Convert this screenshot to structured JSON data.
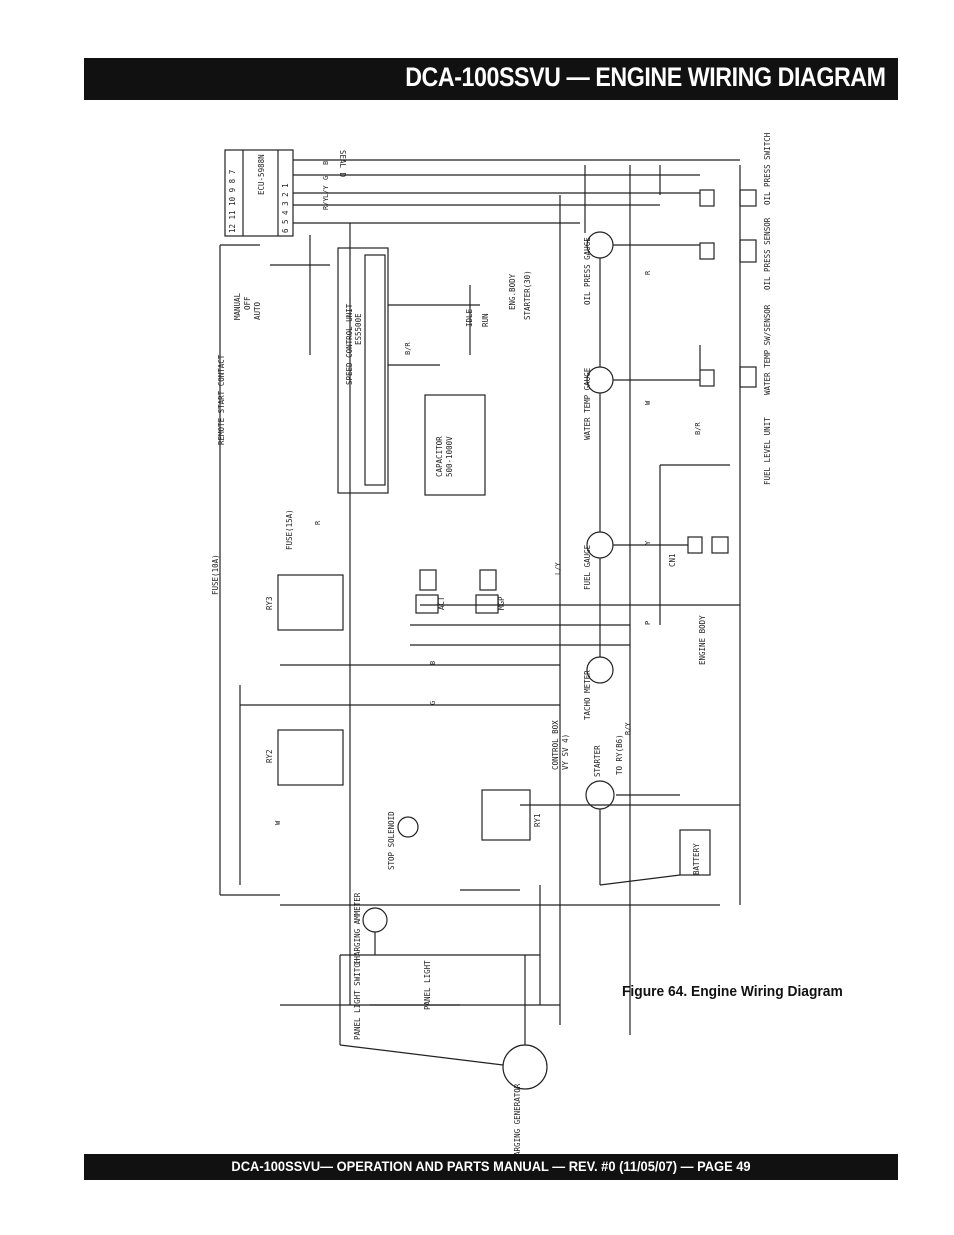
{
  "header": {
    "title": "DCA-100SSVU — ENGINE WIRING DIAGRAM"
  },
  "figure": {
    "caption": "Figure 64. Engine Wiring Diagram"
  },
  "diagram": {
    "ecu_label": "ECU-5988N",
    "ecu_pins_left": "12 11 10 9 8 7",
    "ecu_pins_right": "6 5 4 3 2 1",
    "speed_control_unit": "SPEED CONTROL UNIT",
    "speed_control_model": "ES5500E",
    "capacitor": "CAPACITOR",
    "capacitor_value": "500-1000V",
    "oil_press_gauge": "OIL PRESS GAUGE",
    "water_temp_gauge": "WATER TEMP GAUGE",
    "fuel_gauge": "FUEL GAUGE",
    "tacho_meter": "TACHO METER",
    "oil_press_switch": "OIL PRESS SWITCH",
    "oil_press_sensor": "OIL PRESS SENSOR",
    "water_temp_sensor": "WATER TEMP SW/SENSOR",
    "fuel_level_unit": "FUEL LEVEL UNIT",
    "engine_body": "ENGINE BODY",
    "eng_body": "ENG.BODY",
    "starter_30": "STARTER(30)",
    "idle": "IDLE",
    "run": "RUN",
    "manual": "MANUAL",
    "off": "OFF",
    "auto": "AUTO",
    "remote_start_contact": "REMOTE START CONTACT",
    "fuse_10a": "FUSE(10A)",
    "fuse_15a": "FUSE(15A)",
    "ry3": "RY3",
    "ry2": "RY2",
    "ry1": "RY1",
    "act": "ACT",
    "mgp": "MGP",
    "stop_solenoid": "STOP SOLENOID",
    "starter": "STARTER",
    "to_ry": "TO RY(B6)",
    "control_box": "CONTROL BOX",
    "control_box_2": "VY SV 4)",
    "battery": "BATTERY",
    "charging_ammeter": "CHARGING AMMETER",
    "panel_light_switch": "PANEL LIGHT SWITCH",
    "panel_light": "PANEL LIGHT",
    "charging_generator": "CHARGING GENERATOR",
    "seal_d": "SEAL D",
    "cn1": "CN1",
    "wire_codes": [
      "B",
      "G",
      "L/Y",
      "R/Y",
      "B/R",
      "R",
      "W",
      "Y",
      "P"
    ]
  },
  "footer": {
    "text": "DCA-100SSVU— OPERATION AND PARTS MANUAL — REV. #0  (11/05/07) — PAGE 49"
  }
}
